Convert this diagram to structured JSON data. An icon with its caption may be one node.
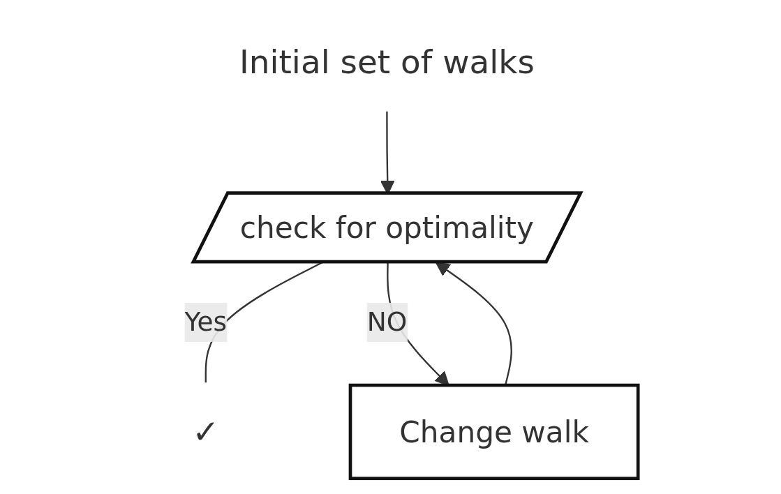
{
  "diagram": {
    "nodes": [
      {
        "text": [
          "Initial set of walks"
        ]
      },
      {
        "text": [
          "check for optimality"
        ]
      },
      {
        "text": [
          "Change walk"
        ]
      },
      {
        "text": [
          "✓"
        ]
      }
    ],
    "edges": [
      {
        "from": 0,
        "to": 1,
        "arrow": "to"
      },
      {
        "from": 1,
        "to": 3,
        "label": "Yes",
        "arrow": "none"
      },
      {
        "from": 1,
        "to": 2,
        "label": "NO",
        "arrow": "to"
      },
      {
        "from": 2,
        "to": 1,
        "arrow": "to"
      }
    ]
  }
}
